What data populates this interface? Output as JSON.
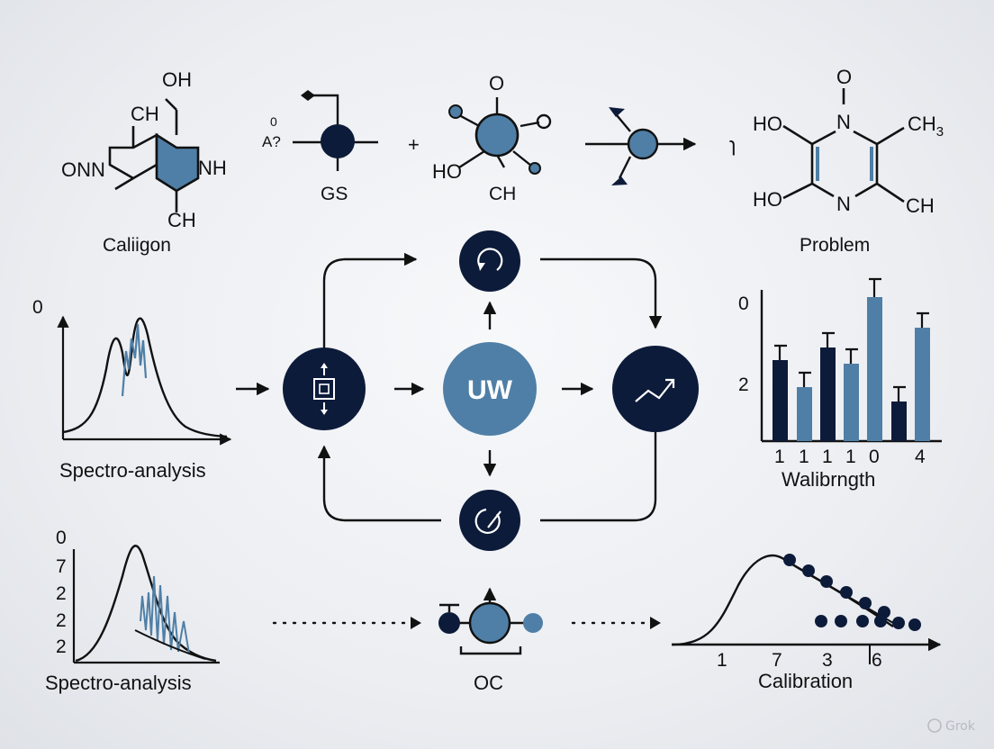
{
  "colors": {
    "navy": "#0d1b3a",
    "blue": "#4f7fa6",
    "line": "#111111"
  },
  "molecules": {
    "m1": {
      "top": "OH",
      "ch_top": "CH",
      "left": "ONN",
      "right": "NH",
      "bottom": "CH",
      "name": "Caliigon"
    },
    "m2": {
      "small_0": "0",
      "small_a": "A?",
      "label": "GS"
    },
    "plus": "+",
    "m3": {
      "top": "O",
      "left": "HO",
      "bottom": "CH"
    },
    "tilde": "ɿ",
    "m5": {
      "top": "O",
      "n_top": "N",
      "n_bot": "N",
      "ho1": "HO",
      "ho2": "HO",
      "ch3": "CH",
      "ch3_sub": "3",
      "ch": "CH",
      "name": "Problem"
    }
  },
  "hub": {
    "center": "UW"
  },
  "spectrum_top": {
    "y_tick": "0",
    "label": "Spectro-analysis"
  },
  "spectrum_bottom": {
    "y_ticks": [
      "0",
      "7",
      "2",
      "2",
      "2"
    ],
    "label": "Spectro-analysis"
  },
  "bar_chart": {
    "y_ticks": [
      "0",
      "2"
    ],
    "x_ticks": [
      "1",
      "1",
      "1",
      "1",
      "0",
      "4"
    ],
    "xlabel": "Walibrngth"
  },
  "calibration": {
    "x_ticks": [
      "1",
      "7",
      "3",
      "6"
    ],
    "label": "Calibration"
  },
  "oc": {
    "label": "OC"
  },
  "watermark": "Grok"
}
